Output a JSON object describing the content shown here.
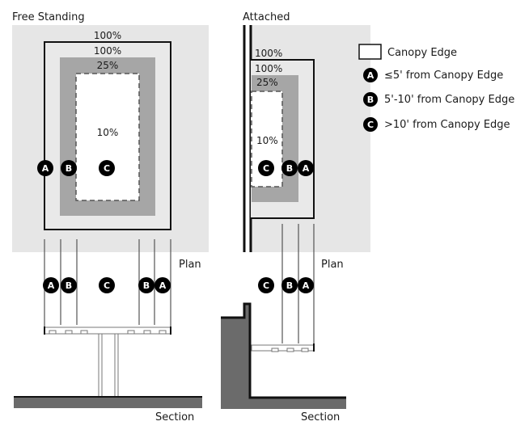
{
  "titles": {
    "free_standing": "Free Standing",
    "attached": "Attached"
  },
  "view_labels": {
    "plan_left": "Plan",
    "plan_right": "Plan",
    "section_left": "Section",
    "section_right": "Section"
  },
  "zones": {
    "outer": "100%",
    "a": "100%",
    "b": "25%",
    "c": "10%"
  },
  "badges": {
    "a": "A",
    "b": "B",
    "c": "C"
  },
  "legend": {
    "canopy_edge": "Canopy Edge",
    "a": "≤5' from Canopy Edge",
    "b": "5'-10' from Canopy Edge",
    "c": ">10' from Canopy Edge"
  },
  "colors": {
    "light_gray": "#e6e6e6",
    "mid_gray": "#a6a6a6",
    "dark_gray": "#6b6b6b",
    "line": "#111111",
    "badge": "#000000"
  }
}
